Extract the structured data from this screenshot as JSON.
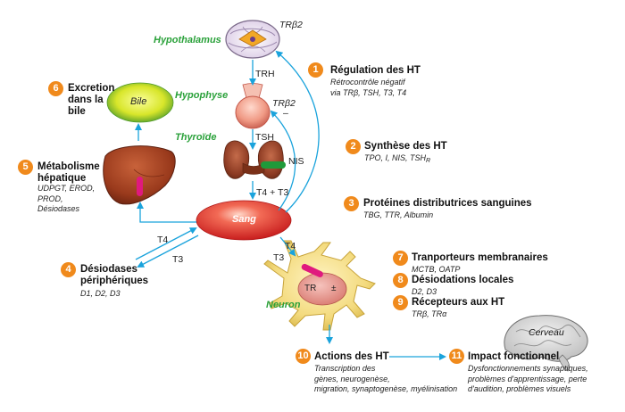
{
  "organs": {
    "hypothalamus": "Hypothalamus",
    "hypophyse": "Hypophyse",
    "thyroide": "Thyroïde",
    "neuron": "Neuron",
    "bile": "Bile",
    "sang": "Sang",
    "cerveau": "Cerveau"
  },
  "flow_labels": {
    "trh": "TRH",
    "tsh": "TSH",
    "t4_t3": "T4 + T3",
    "nis": "NIS",
    "tr_beta2_top": "TRβ2",
    "tr_beta2_mid": "TRβ2",
    "minus": "–",
    "t4_left": "T4",
    "t3_left": "T3",
    "t4_right": "T4",
    "t3_right": "T3",
    "tr_cell": "TR",
    "pm_cell": "±"
  },
  "steps": [
    {
      "num": "1",
      "title": "Régulation des HT",
      "sub": "Rétrocontrôle négatif\nvia TRβ, TSH, T3, T4"
    },
    {
      "num": "2",
      "title": "Synthèse des HT",
      "sub_main": "TPO, I, NIS, TSH",
      "sub_suffix": "R"
    },
    {
      "num": "3",
      "title": "Protéines distributrices sanguines",
      "sub": "TBG, TTR, Albumin"
    },
    {
      "num": "4",
      "title": "Désiodases\npériphériques",
      "sub": "D1, D2, D3"
    },
    {
      "num": "5",
      "title": "Métabolisme\nhépatique",
      "sub": "UDPGT, EROD,\nPROD,\nDésiodases"
    },
    {
      "num": "6",
      "title": "Excretion\ndans la\nbile"
    },
    {
      "num": "7",
      "title": "Tranporteurs membranaires",
      "sub": "MCTB, OATP"
    },
    {
      "num": "8",
      "title": "Désiodations locales",
      "sub": "D2, D3"
    },
    {
      "num": "9",
      "title": "Récepteurs aux HT",
      "sub": "TRβ, TRα"
    },
    {
      "num": "10",
      "title": "Actions des HT",
      "sub": "Transcription des\ngènes, neurogenèse,\nmigration, synaptogenèse, myélinisation"
    },
    {
      "num": "11",
      "title": "Impact fonctionnel",
      "sub": "Dysfonctionnements synaptiques,\nproblèmes d'apprentissage, perte\nd'audition, problèmes visuels"
    }
  ],
  "colors": {
    "arrow": "#1aa3dc",
    "badge": "#f08a1c",
    "organ_label": "#2aa13a",
    "sang": "#e8332d",
    "bile": "#d8e62a",
    "liver": "#9a3a1c",
    "neuron": "#f3da7d",
    "transporter": "#e0197e"
  }
}
